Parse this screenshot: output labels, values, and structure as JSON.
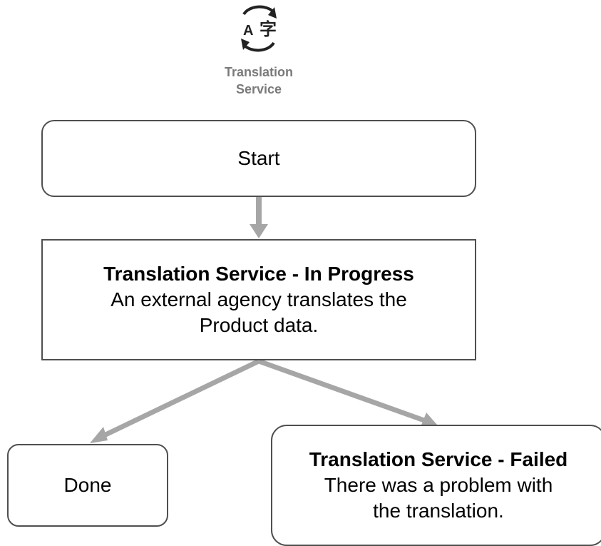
{
  "header": {
    "icon": "translate-icon",
    "icon_glyph_latin": "A",
    "icon_glyph_cjk": "字",
    "label": "Translation\nService"
  },
  "nodes": {
    "start": {
      "text": "Start"
    },
    "in_progress": {
      "title": "Translation Service - In Progress",
      "description": "An external agency translates the\nProduct data."
    },
    "done": {
      "text": "Done"
    },
    "failed": {
      "title": "Translation Service - Failed",
      "description": "There was a problem with\nthe translation."
    }
  },
  "colors": {
    "arrow": "#a6a6a6",
    "border": "#4f4f4f",
    "header_text": "#7a7a7a"
  }
}
